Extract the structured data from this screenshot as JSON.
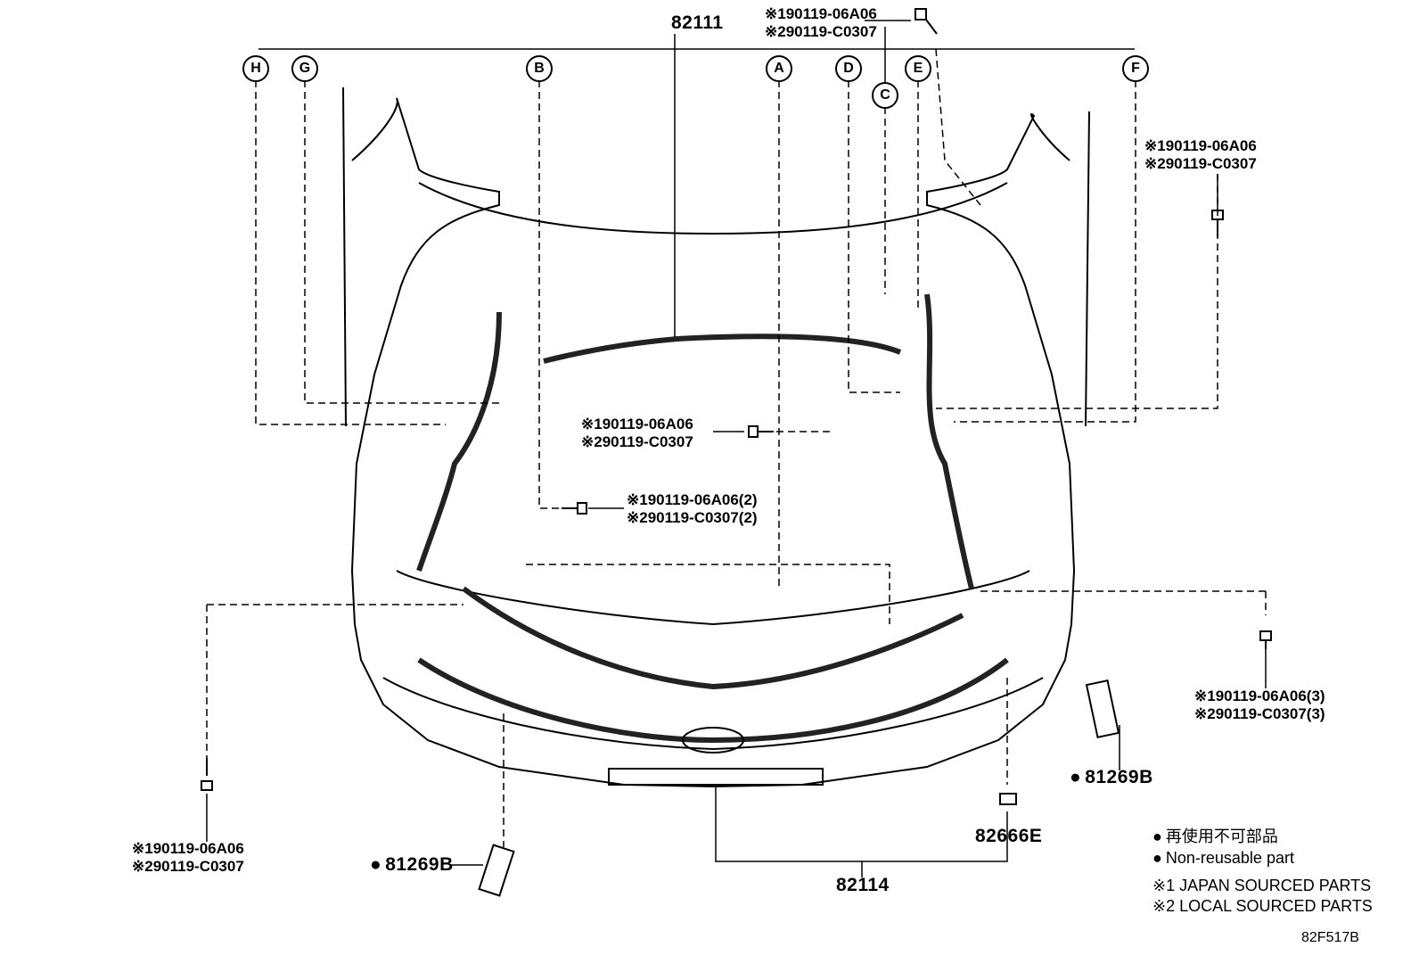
{
  "top_part": "82111",
  "top_bolt": {
    "line1": "※190119-06A06",
    "line2": "※290119-C0307"
  },
  "right_top_bolt": {
    "line1": "※190119-06A06",
    "line2": "※290119-C0307"
  },
  "center_bolt": {
    "line1": "※190119-06A06",
    "line2": "※290119-C0307"
  },
  "center_bolt2": {
    "line1": "※190119-06A06(2)",
    "line2": "※290119-C0307(2)"
  },
  "right_bolt3": {
    "line1": "※190119-06A06(3)",
    "line2": "※290119-C0307(3)"
  },
  "left_bolt": {
    "line1": "※190119-06A06",
    "line2": "※290119-C0307"
  },
  "connectors": [
    "H",
    "G",
    "B",
    "A",
    "D",
    "E",
    "F",
    "C"
  ],
  "part_81269b_right": "81269B",
  "part_81269b_left": "81269B",
  "part_82666e": "82666E",
  "part_82114": "82114",
  "legend": {
    "jp_non_reusable": "再使用不可部品",
    "en_non_reusable": "Non-reusable part",
    "japan_sourced": "※1 JAPAN SOURCED PARTS",
    "local_sourced": "※2 LOCAL SOURCED PARTS"
  },
  "figure_code": "82F517B"
}
